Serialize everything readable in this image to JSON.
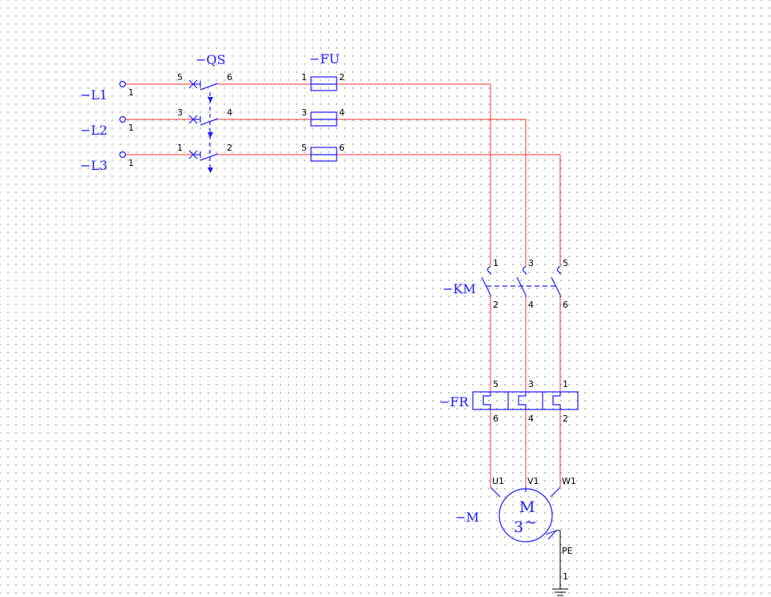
{
  "colors": {
    "wire": "#ff3030",
    "device": "#1a1aff",
    "text": "#000000",
    "grid": "#8c8c8c"
  },
  "lines": [
    {
      "label": "−L1",
      "pin": "1"
    },
    {
      "label": "−L2",
      "pin": "1"
    },
    {
      "label": "−L3",
      "pin": "1"
    }
  ],
  "qs": {
    "label": "−QS",
    "pins_in": [
      "5",
      "3",
      "1"
    ],
    "pins_out": [
      "6",
      "4",
      "2"
    ]
  },
  "fu": {
    "label": "−FU",
    "pins_in": [
      "1",
      "3",
      "5"
    ],
    "pins_out": [
      "2",
      "4",
      "6"
    ]
  },
  "km": {
    "label": "−KM",
    "pins_top": [
      "1",
      "3",
      "5"
    ],
    "pins_bottom": [
      "2",
      "4",
      "6"
    ]
  },
  "fr": {
    "label": "−FR",
    "pins_top": [
      "5",
      "3",
      "1"
    ],
    "pins_bottom": [
      "6",
      "4",
      "2"
    ]
  },
  "motor": {
    "label": "−M",
    "symbol_top": "M",
    "symbol_bottom": "3",
    "phase_sign": "~",
    "terminals": [
      "U1",
      "V1",
      "W1"
    ],
    "pe_label": "PE",
    "pe_pin": "1"
  }
}
